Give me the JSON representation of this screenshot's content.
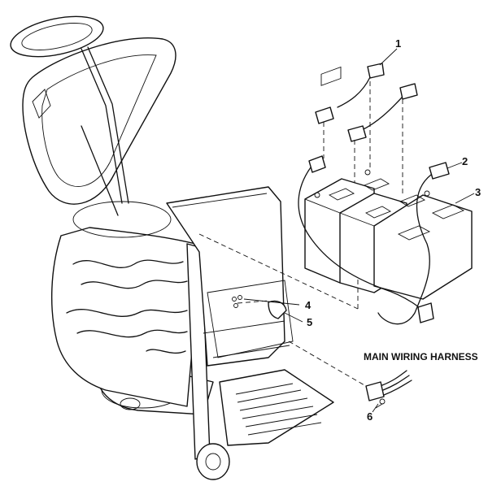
{
  "diagram": {
    "harness_label": "MAIN WIRING HARNESS",
    "callouts": [
      {
        "id": "1",
        "label": "1"
      },
      {
        "id": "2",
        "label": "2"
      },
      {
        "id": "3",
        "label": "3"
      },
      {
        "id": "4",
        "label": "4"
      },
      {
        "id": "5",
        "label": "5"
      },
      {
        "id": "6",
        "label": "6"
      }
    ]
  }
}
